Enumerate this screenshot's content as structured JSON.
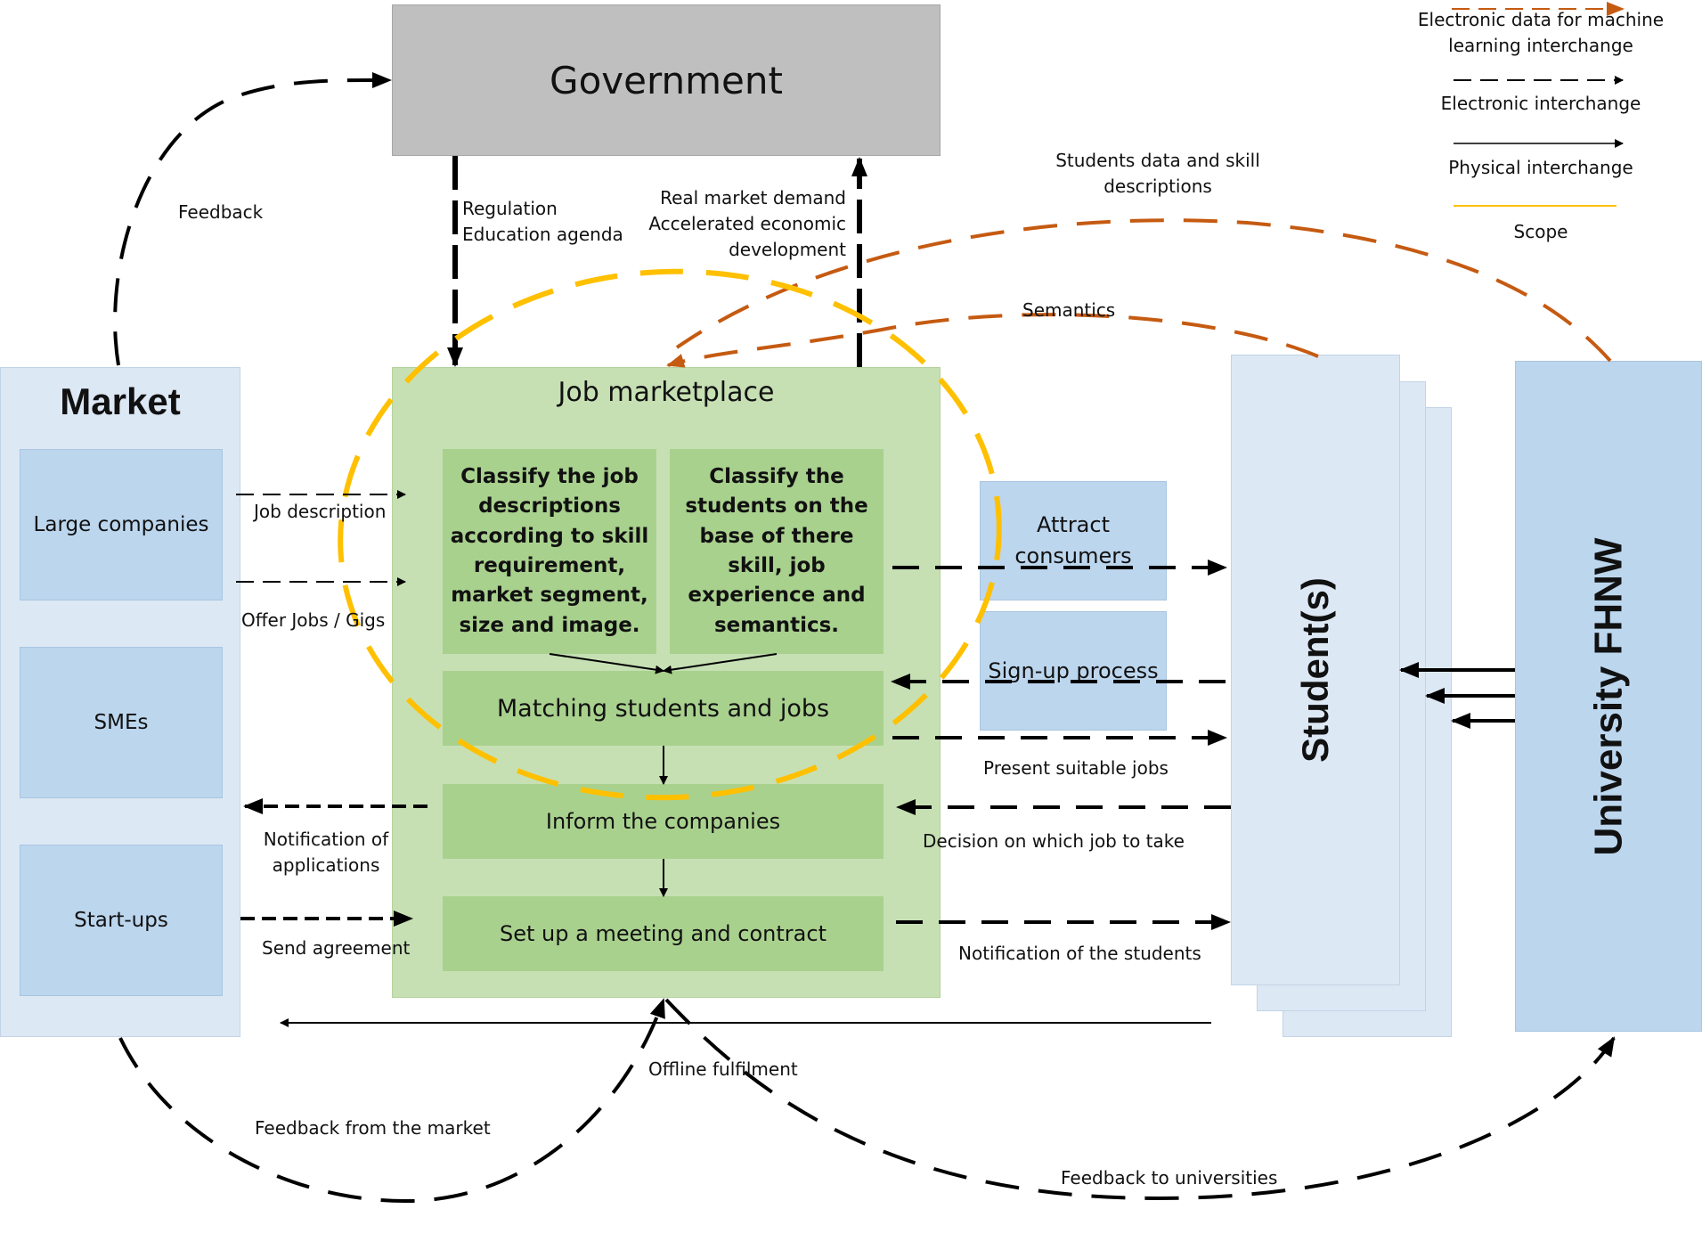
{
  "government": {
    "title": "Government"
  },
  "market": {
    "title": "Market",
    "items": [
      "Large companies",
      "SMEs",
      "Start-ups"
    ]
  },
  "job_marketplace": {
    "title": "Job marketplace",
    "classify_jobs": "Classify the job descriptions according to skill requirement, market segment, size and image.",
    "classify_students": "Classify the students on the base of there skill, job experience and semantics.",
    "matching": "Matching students and jobs",
    "inform": "Inform the companies",
    "meeting": "Set up a meeting and contract"
  },
  "side_boxes": {
    "attract": "Attract consumers",
    "signup": "Sign-up process"
  },
  "students": {
    "title": "Student(s)"
  },
  "university": {
    "title": "University FHNW"
  },
  "legend": {
    "ml": "Electronic data for machine learning interchange",
    "electronic": "Electronic interchange",
    "physical": "Physical interchange",
    "scope": "Scope"
  },
  "labels": {
    "feedback": "Feedback",
    "regulation": "Regulation\nEducation agenda",
    "demand": "Real market demand\nAccelerated economic\ndevelopment",
    "students_data": "Students data and skill\ndescriptions",
    "semantics": "Semantics",
    "job_description": "Job description",
    "offer_jobs": "Offer Jobs / Gigs",
    "notification_apps": "Notification of\napplications",
    "send_agreement": "Send agreement",
    "present_jobs": "Present suitable jobs",
    "decision": "Decision on which job to take",
    "notification_students": "Notification of the students",
    "offline": "Offline fulfilment",
    "feedback_market": "Feedback from the market",
    "feedback_univ": "Feedback to universities"
  },
  "colors": {
    "ml_arrow": "#c55a11",
    "scope": "#ffc000",
    "green_bg": "#c6e0b4",
    "green_box": "#a9d18e",
    "blue_light": "#dde8f5",
    "blue_mid": "#bcd6ee",
    "gray": "#bfbfbf"
  }
}
